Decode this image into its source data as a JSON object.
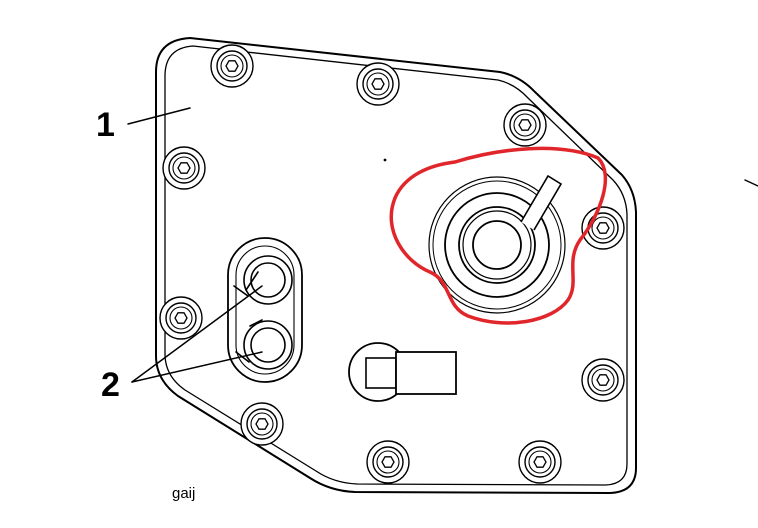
{
  "labels": {
    "part_1": "1",
    "part_2": "2",
    "caption": "gaij"
  },
  "colors": {
    "line": "#000000",
    "highlight": "#e0262a",
    "background": "#ffffff"
  },
  "icons": {
    "bolt": "hex-socket-bolt-icon",
    "shaft": "shaft-seal-icon",
    "connector": "connector-plug-icon"
  }
}
